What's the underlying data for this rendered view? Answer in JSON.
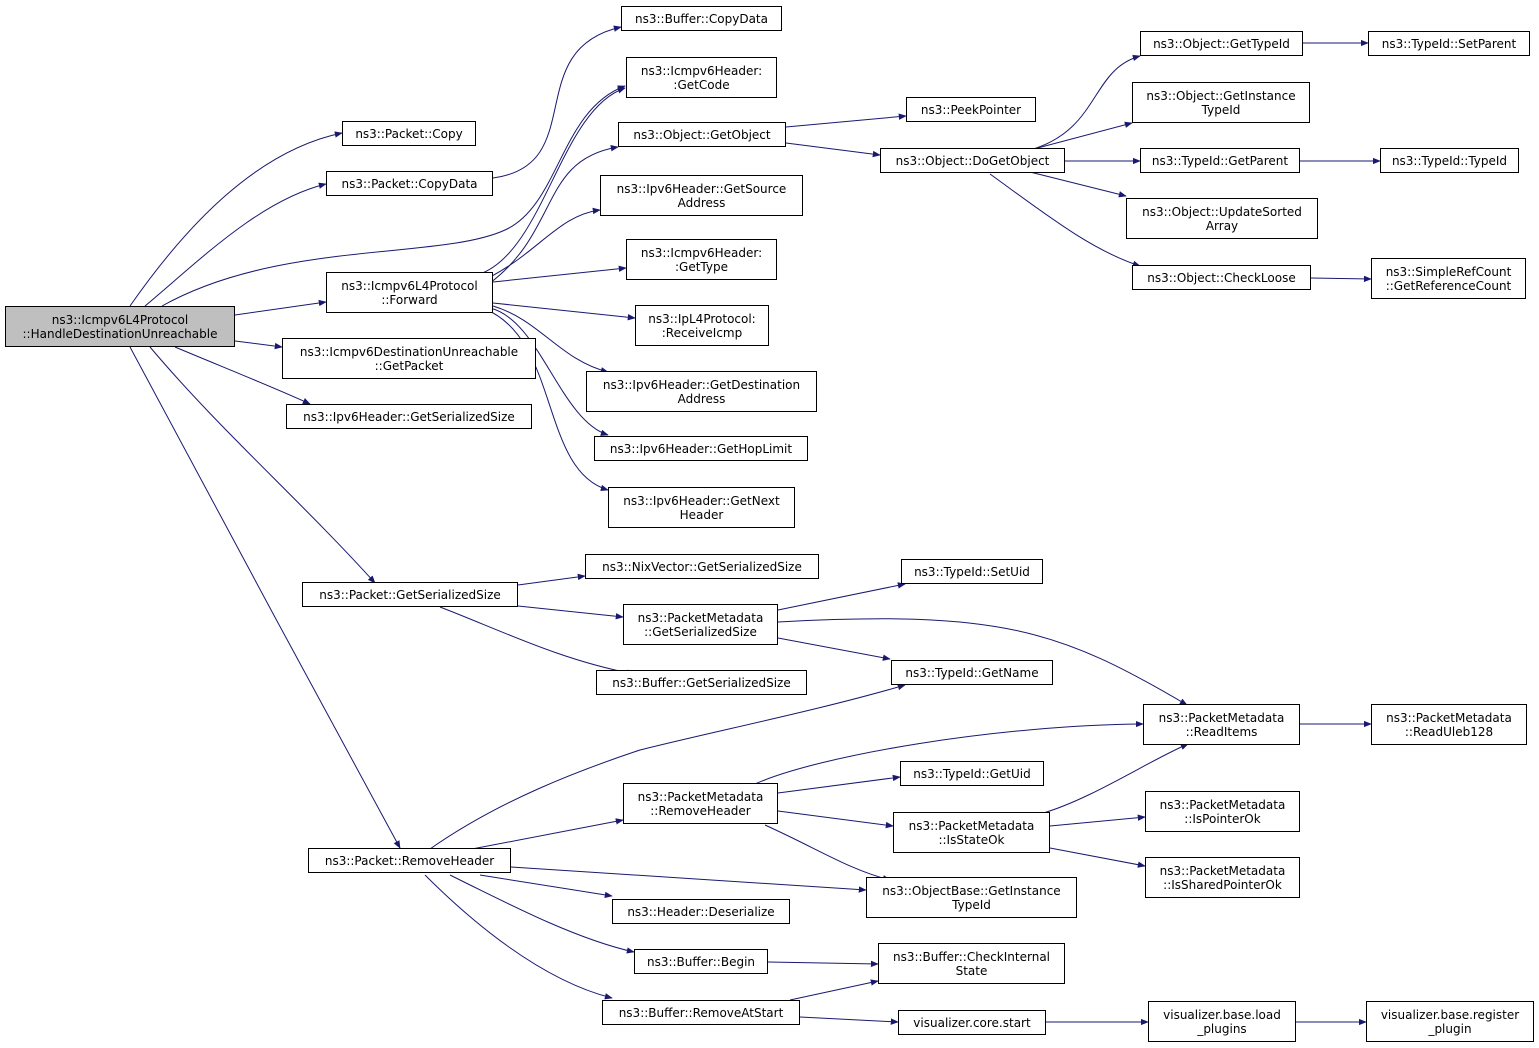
{
  "colors": {
    "edge": "#191970",
    "root_fill": "#bfbfbf",
    "node_border": "#000000"
  },
  "nodes": [
    {
      "id": "root",
      "lines": [
        "ns3::Icmpv6L4Protocol",
        "::HandleDestinationUnreachable"
      ]
    },
    {
      "id": "pkt_copy",
      "lines": [
        "ns3::Packet::Copy"
      ]
    },
    {
      "id": "pkt_copydata",
      "lines": [
        "ns3::Packet::CopyData"
      ]
    },
    {
      "id": "buf_copydata",
      "lines": [
        "ns3::Buffer::CopyData"
      ]
    },
    {
      "id": "icmp_getcode",
      "lines": [
        "ns3::Icmpv6Header:",
        ":GetCode"
      ]
    },
    {
      "id": "forward",
      "lines": [
        "ns3::Icmpv6L4Protocol",
        "::Forward"
      ]
    },
    {
      "id": "obj_getobject",
      "lines": [
        "ns3::Object::GetObject"
      ]
    },
    {
      "id": "peekpointer",
      "lines": [
        "ns3::PeekPointer"
      ]
    },
    {
      "id": "obj_dogetobject",
      "lines": [
        "ns3::Object::DoGetObject"
      ]
    },
    {
      "id": "obj_gettypeid",
      "lines": [
        "ns3::Object::GetTypeId"
      ]
    },
    {
      "id": "tid_setparent",
      "lines": [
        "ns3::TypeId::SetParent"
      ]
    },
    {
      "id": "obj_getinstancetypeid",
      "lines": [
        "ns3::Object::GetInstance",
        "TypeId"
      ]
    },
    {
      "id": "tid_getparent",
      "lines": [
        "ns3::TypeId::GetParent"
      ]
    },
    {
      "id": "tid_typeid",
      "lines": [
        "ns3::TypeId::TypeId"
      ]
    },
    {
      "id": "obj_updatesorted",
      "lines": [
        "ns3::Object::UpdateSorted",
        "Array"
      ]
    },
    {
      "id": "obj_checkloose",
      "lines": [
        "ns3::Object::CheckLoose"
      ]
    },
    {
      "id": "simplerefcount",
      "lines": [
        "ns3::SimpleRefCount",
        "::GetReferenceCount"
      ]
    },
    {
      "id": "ipv6_getsource",
      "lines": [
        "ns3::Ipv6Header::GetSource",
        "Address"
      ]
    },
    {
      "id": "icmp_gettype",
      "lines": [
        "ns3::Icmpv6Header:",
        ":GetType"
      ]
    },
    {
      "id": "ipl4_receiveicmp",
      "lines": [
        "ns3::IpL4Protocol:",
        ":ReceiveIcmp"
      ]
    },
    {
      "id": "ipv6_getdest",
      "lines": [
        "ns3::Ipv6Header::GetDestination",
        "Address"
      ]
    },
    {
      "id": "ipv6_gethoplimit",
      "lines": [
        "ns3::Ipv6Header::GetHopLimit"
      ]
    },
    {
      "id": "ipv6_getnext",
      "lines": [
        "ns3::Ipv6Header::GetNext",
        "Header"
      ]
    },
    {
      "id": "icmpdu_getpacket",
      "lines": [
        "ns3::Icmpv6DestinationUnreachable",
        "::GetPacket"
      ]
    },
    {
      "id": "ipv6_getserialized",
      "lines": [
        "ns3::Ipv6Header::GetSerializedSize"
      ]
    },
    {
      "id": "pkt_getserialized",
      "lines": [
        "ns3::Packet::GetSerializedSize"
      ]
    },
    {
      "id": "nix_getserialized",
      "lines": [
        "ns3::NixVector::GetSerializedSize"
      ]
    },
    {
      "id": "pm_getserialized",
      "lines": [
        "ns3::PacketMetadata",
        "::GetSerializedSize"
      ]
    },
    {
      "id": "buf_getserialized",
      "lines": [
        "ns3::Buffer::GetSerializedSize"
      ]
    },
    {
      "id": "tid_setuid",
      "lines": [
        "ns3::TypeId::SetUid"
      ]
    },
    {
      "id": "tid_getname",
      "lines": [
        "ns3::TypeId::GetName"
      ]
    },
    {
      "id": "pm_readitems",
      "lines": [
        "ns3::PacketMetadata",
        "::ReadItems"
      ]
    },
    {
      "id": "pm_readuleb",
      "lines": [
        "ns3::PacketMetadata",
        "::ReadUleb128"
      ]
    },
    {
      "id": "pm_removeheader",
      "lines": [
        "ns3::PacketMetadata",
        "::RemoveHeader"
      ]
    },
    {
      "id": "tid_getuid",
      "lines": [
        "ns3::TypeId::GetUid"
      ]
    },
    {
      "id": "pm_isstateok",
      "lines": [
        "ns3::PacketMetadata",
        "::IsStateOk"
      ]
    },
    {
      "id": "pm_ispointerok",
      "lines": [
        "ns3::PacketMetadata",
        "::IsPointerOk"
      ]
    },
    {
      "id": "pm_issharedpointerok",
      "lines": [
        "ns3::PacketMetadata",
        "::IsSharedPointerOk"
      ]
    },
    {
      "id": "pkt_removeheader",
      "lines": [
        "ns3::Packet::RemoveHeader"
      ]
    },
    {
      "id": "objbase_getinstance",
      "lines": [
        "ns3::ObjectBase::GetInstance",
        "TypeId"
      ]
    },
    {
      "id": "hdr_deserialize",
      "lines": [
        "ns3::Header::Deserialize"
      ]
    },
    {
      "id": "buf_begin",
      "lines": [
        "ns3::Buffer::Begin"
      ]
    },
    {
      "id": "buf_checkinternal",
      "lines": [
        "ns3::Buffer::CheckInternal",
        "State"
      ]
    },
    {
      "id": "buf_removeatstart",
      "lines": [
        "ns3::Buffer::RemoveAtStart"
      ]
    },
    {
      "id": "vis_core_start",
      "lines": [
        "visualizer.core.start"
      ]
    },
    {
      "id": "vis_base_load",
      "lines": [
        "visualizer.base.load",
        "_plugins"
      ]
    },
    {
      "id": "vis_base_register",
      "lines": [
        "visualizer.base.register",
        "_plugin"
      ]
    }
  ]
}
